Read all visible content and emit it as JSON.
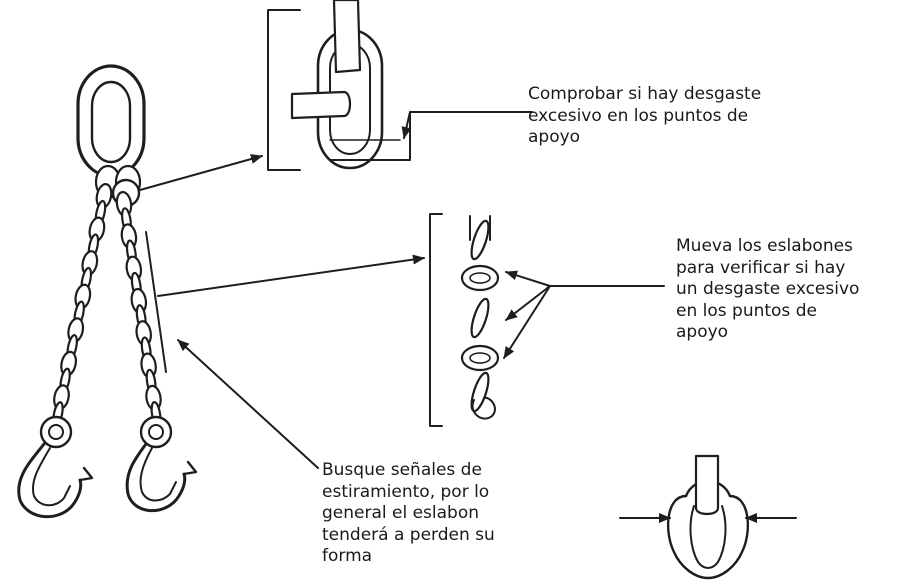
{
  "annotations": {
    "wear_points": {
      "lines": [
        "Comprobar si hay desgaste",
        "excesivo en los puntos de",
        "apoyo"
      ]
    },
    "move_links": {
      "lines": [
        "Mueva los eslabones",
        "para verificar si hay",
        "un desgaste excesivo",
        "en los puntos de",
        "apoyo"
      ]
    },
    "stretch": {
      "lines": [
        "Busque señales de",
        "estiramiento, por lo",
        "general el eslabon",
        "tenderá a perden su",
        "forma"
      ]
    }
  },
  "figures": [
    {
      "name": "chain-sling",
      "icon": "double-leg-chain-sling-with-hooks"
    },
    {
      "name": "link-detail",
      "icon": "master-link-bearing-point"
    },
    {
      "name": "links-detail",
      "icon": "chain-links-close-up"
    },
    {
      "name": "stretched-link",
      "icon": "elongated-link"
    }
  ],
  "colors": {
    "ink": "#1e1e1e",
    "background": "#ffffff"
  }
}
